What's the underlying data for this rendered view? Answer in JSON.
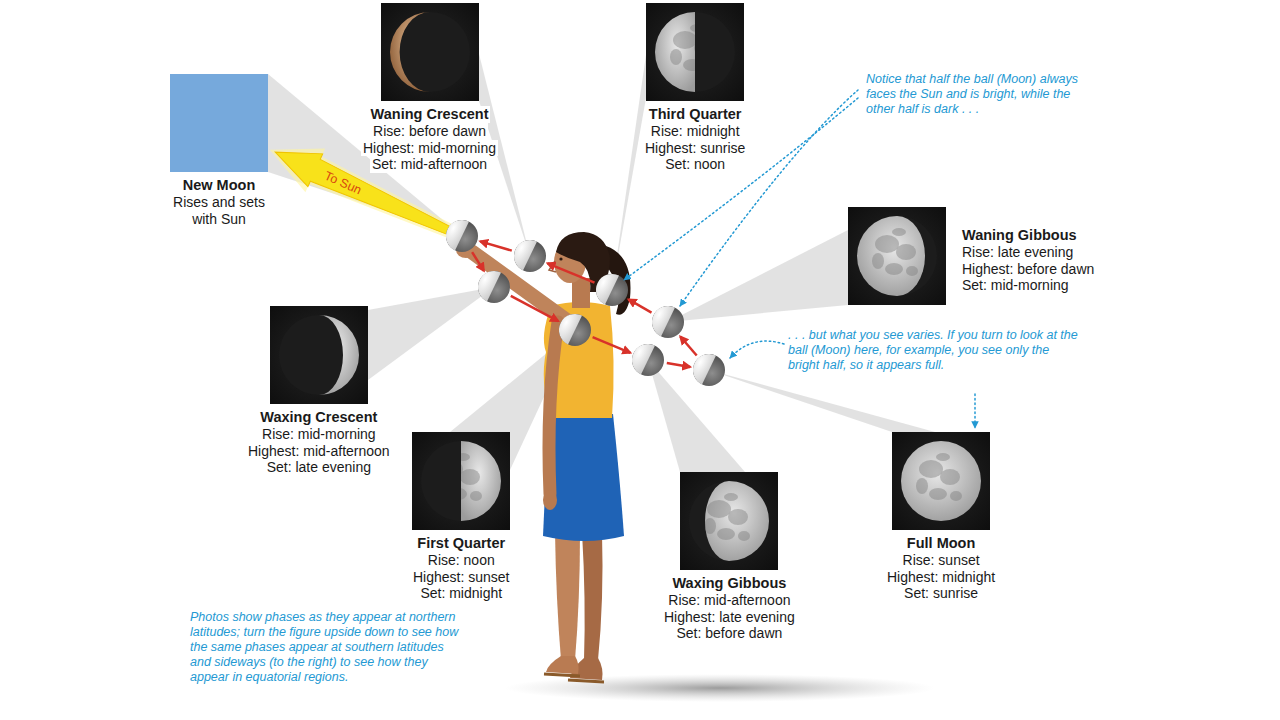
{
  "diagram": {
    "nodes": [
      {
        "text": [
          "Waning Crescent",
          "Rise: before dawn",
          "Highest: mid-morning",
          "Set: mid-afternoon"
        ]
      },
      {
        "text": [
          "Third Quarter",
          "Rise: midnight",
          "Highest: sunrise",
          "Set: noon"
        ]
      },
      {
        "text": [
          "New Moon",
          "Rises and sets with Sun"
        ]
      },
      {
        "text": [
          "Waning Gibbous",
          "Rise: late evening",
          "Highest: before dawn",
          "Set: mid-morning"
        ]
      },
      {
        "text": [
          "Waxing Crescent",
          "Rise: mid-morning",
          "Highest: mid-afternoon",
          "Set: late evening"
        ]
      },
      {
        "text": [
          "First Quarter",
          "Rise: noon",
          "Highest: sunset",
          "Set: midnight"
        ]
      },
      {
        "text": [
          "Full Moon",
          "Rise: sunset",
          "Highest: midnight",
          "Set: sunrise"
        ]
      },
      {
        "text": [
          "Waxing Gibbous",
          "Rise: mid-afternoon",
          "Highest: late evening",
          "Set: before dawn"
        ]
      }
    ],
    "labels": [
      "To Sun",
      "Notice that half the ball (Moon) always faces the Sun and is bright, while the other half is dark . . .",
      ". . . but what you see varies. If you turn to look at the ball (Moon) here, for example, you see only the bright half, so it appears full.",
      "Photos show phases as they appear at northern latitudes; turn the figure upside down to see how the same phases appear at southern latitudes and sideways (to the right) to see how they appear in equatorial regions."
    ]
  }
}
